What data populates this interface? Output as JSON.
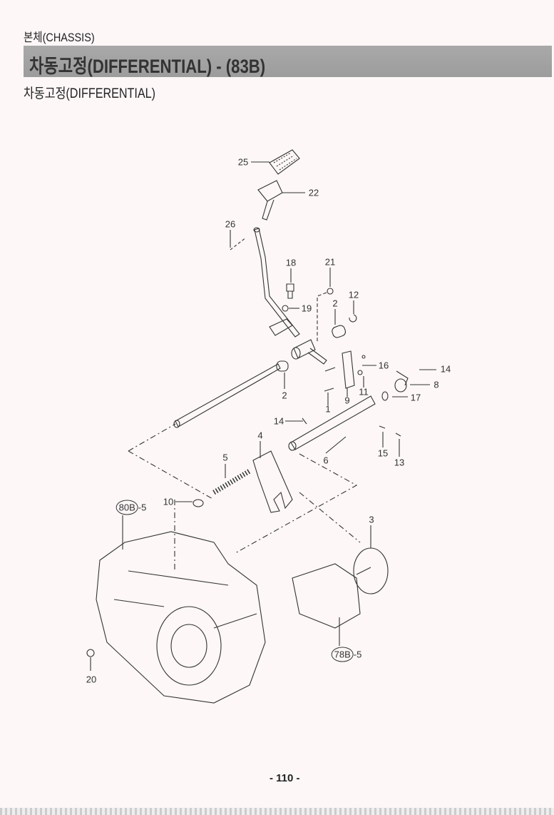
{
  "header": {
    "section": "본체(CHASSIS)",
    "title": "차동고정(DIFFERENTIAL) - (83B)",
    "subtitle": "차동고정(DIFFERENTIAL)"
  },
  "callouts": [
    "25",
    "22",
    "26",
    "18",
    "21",
    "12",
    "19",
    "2",
    "16",
    "14",
    "8",
    "17",
    "2",
    "11",
    "9",
    "1",
    "14",
    "4",
    "15",
    "13",
    "6",
    "5",
    "10",
    "3",
    "20"
  ],
  "refs": {
    "housing": "80B",
    "housing_suffix": "-5",
    "diff": "78B",
    "diff_suffix": "-5"
  },
  "page_number": "- 110 -"
}
